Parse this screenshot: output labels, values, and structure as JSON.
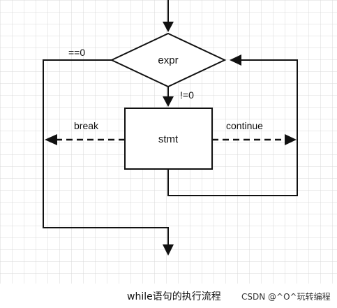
{
  "diagram": {
    "condition_label": "expr",
    "statement_label": "stmt",
    "false_branch_label": "==0",
    "true_branch_label": "!=0",
    "break_label": "break",
    "continue_label": "continue"
  },
  "caption": "while语句的执行流程",
  "watermark": "CSDN @^O^玩转编程",
  "colors": {
    "line": "#111111",
    "grid": "#d9d9d9",
    "background": "#ffffff"
  }
}
